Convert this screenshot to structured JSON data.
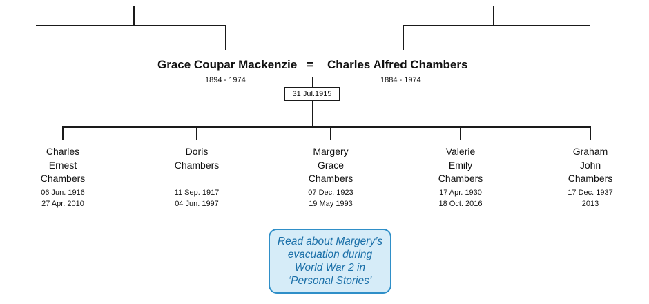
{
  "parents": {
    "mother": {
      "name": "Grace Coupar Mackenzie",
      "dates": "1894 - 1974"
    },
    "father": {
      "name": "Charles Alfred Chambers",
      "dates": "1884 - 1974"
    },
    "equals_sign": "=",
    "marriage_date": "31 Jul.1915"
  },
  "children": [
    {
      "name_lines": [
        "Charles",
        "Ernest",
        "Chambers"
      ],
      "born": "06 Jun. 1916",
      "died": "27 Apr. 2010"
    },
    {
      "name_lines": [
        "Doris",
        "Chambers"
      ],
      "born": "11 Sep. 1917",
      "died": "04 Jun. 1997"
    },
    {
      "name_lines": [
        "Margery",
        "Grace",
        "Chambers"
      ],
      "born": "07 Dec. 1923",
      "died": "19 May 1993"
    },
    {
      "name_lines": [
        "Valerie",
        "Emily",
        "Chambers"
      ],
      "born": "17 Apr. 1930",
      "died": "18 Oct. 2016"
    },
    {
      "name_lines": [
        "Graham",
        "John",
        "Chambers"
      ],
      "born": "17 Dec. 1937",
      "died": "2013"
    }
  ],
  "story_link": {
    "lines": [
      "Read about Margery’s",
      "evacuation during",
      "World  War 2 in",
      "‘Personal Stories’"
    ]
  },
  "colors": {
    "line": "#1a1a1a",
    "story_border": "#2f8fc8",
    "story_fill": "#d6ecf8",
    "story_text": "#1a6fa8"
  }
}
